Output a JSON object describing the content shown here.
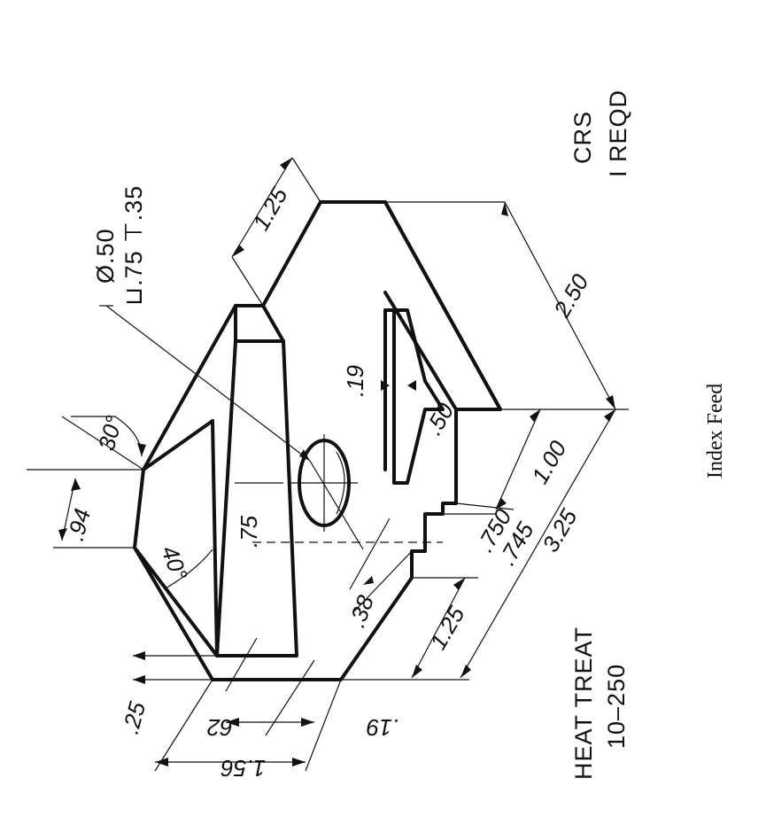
{
  "drawing": {
    "dimensions": {
      "d_125_top": "1.25",
      "d_250": "2.50",
      "d_019_slot": ".19",
      "d_050": ".50",
      "d_100": "1.00",
      "d_325": "3.25",
      "d_0750": ".750",
      "d_0745": ".745",
      "d_125_bottom": "1.25",
      "d_038": ".38",
      "d_075": ".75",
      "d_094": ".94",
      "d_030": "30°",
      "d_040": "40°",
      "d_025": ".25",
      "d_062": ".62",
      "d_019_bottom": ".19",
      "d_156": "1.56"
    },
    "hole_note": {
      "line1": "Ø.50",
      "line2": "⊔.75 ⊤.35"
    },
    "material_note": {
      "line1": "CRS",
      "line2": "I REQD"
    },
    "heat_treat_note": {
      "line1": "HEAT TREAT",
      "line2": "10–250"
    },
    "caption": "Index Feed"
  }
}
